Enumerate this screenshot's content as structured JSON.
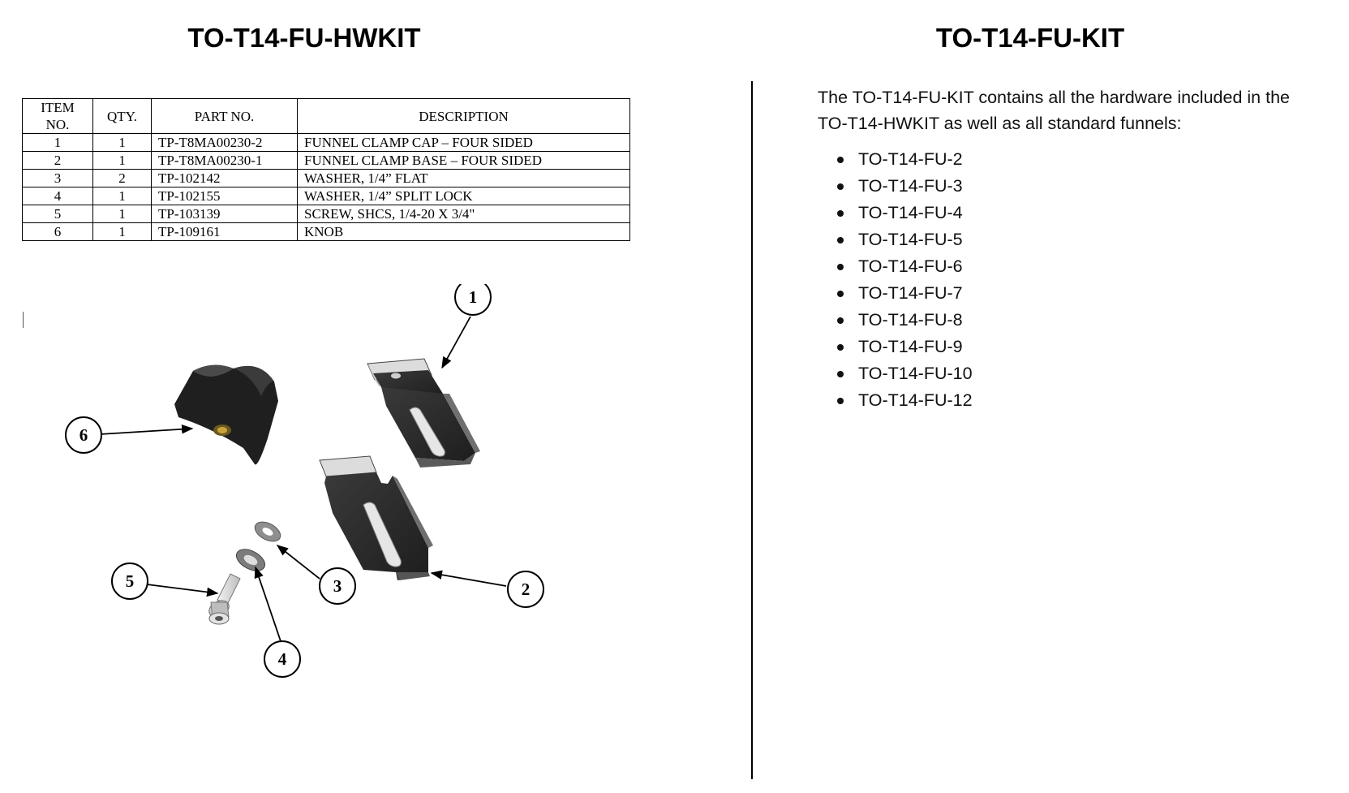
{
  "left_title": "TO-T14-FU-HWKIT",
  "right_title": "TO-T14-FU-KIT",
  "bom": {
    "headers": {
      "item_line1": "ITEM",
      "item_line2": "NO.",
      "qty": "QTY.",
      "part": "PART NO.",
      "description": "DESCRIPTION"
    },
    "rows": [
      {
        "item": "1",
        "qty": "1",
        "part": "TP-T8MA00230-2",
        "description": "FUNNEL CLAMP CAP – FOUR SIDED"
      },
      {
        "item": "2",
        "qty": "1",
        "part": "TP-T8MA00230-1",
        "description": "FUNNEL CLAMP BASE – FOUR SIDED"
      },
      {
        "item": "3",
        "qty": "2",
        "part": "TP-102142",
        "description": "WASHER, 1/4” FLAT"
      },
      {
        "item": "4",
        "qty": "1",
        "part": "TP-102155",
        "description": "WASHER, 1/4” SPLIT LOCK"
      },
      {
        "item": "5",
        "qty": "1",
        "part": "TP-103139",
        "description": "SCREW, SHCS, 1/4-20 X 3/4\""
      },
      {
        "item": "6",
        "qty": "1",
        "part": "TP-109161",
        "description": "KNOB"
      }
    ]
  },
  "callouts": [
    "1",
    "2",
    "3",
    "4",
    "5",
    "6"
  ],
  "intro_text": "The TO-T14-FU-KIT contains all the hardware included in the TO-T14-HWKIT as well as all standard funnels:",
  "funnels": [
    "TO-T14-FU-2",
    "TO-T14-FU-3",
    "TO-T14-FU-4",
    "TO-T14-FU-5",
    "TO-T14-FU-6",
    "TO-T14-FU-7",
    "TO-T14-FU-8",
    "TO-T14-FU-9",
    "TO-T14-FU-10",
    "TO-T14-FU-12"
  ]
}
